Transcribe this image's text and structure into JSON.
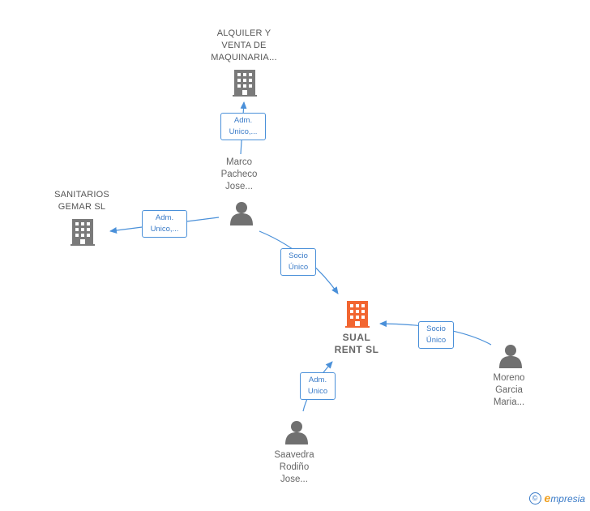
{
  "colors": {
    "edge": "#4a90d9",
    "company": "#7a7a7a",
    "main_company": "#f26530",
    "person": "#707070"
  },
  "nodes": {
    "alquiler": {
      "label": "ALQUILER Y\nVENTA DE\nMAQUINARIA...",
      "type": "company",
      "icon": "building-icon"
    },
    "sanitarios": {
      "label": "SANITARIOS\nGEMAR SL",
      "type": "company",
      "icon": "building-icon"
    },
    "sual": {
      "label": "SUAL\nRENT  SL",
      "type": "main-company",
      "icon": "building-icon"
    },
    "marco": {
      "label": "Marco\nPacheco\nJose...",
      "type": "person",
      "icon": "person-icon"
    },
    "moreno": {
      "label": "Moreno\nGarcia\nMaria...",
      "type": "person",
      "icon": "person-icon"
    },
    "saavedra": {
      "label": "Saavedra\nRodiño\nJose...",
      "type": "person",
      "icon": "person-icon"
    }
  },
  "edges": [
    {
      "from": "marco",
      "to": "alquiler",
      "label": "Adm.\nUnico,..."
    },
    {
      "from": "marco",
      "to": "sanitarios",
      "label": "Adm.\nUnico,..."
    },
    {
      "from": "marco",
      "to": "sual",
      "label": "Socio\nÚnico"
    },
    {
      "from": "moreno",
      "to": "sual",
      "label": "Socio\nÚnico"
    },
    {
      "from": "saavedra",
      "to": "sual",
      "label": "Adm.\nUnico"
    }
  ],
  "footer": {
    "copyright_symbol": "©",
    "brand_first": "e",
    "brand_rest": "mpresia"
  }
}
